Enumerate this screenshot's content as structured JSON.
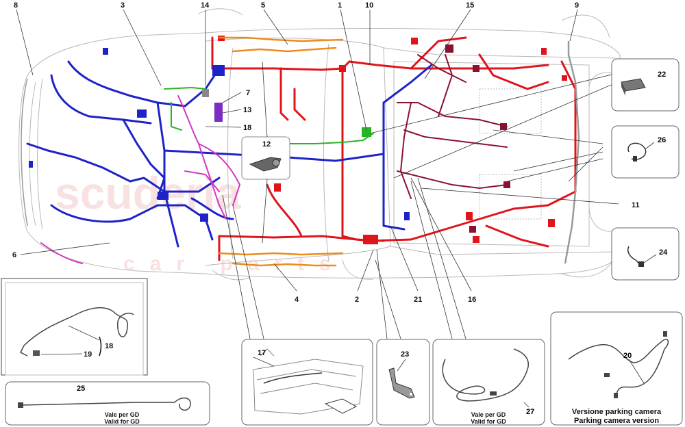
{
  "watermark": {
    "main": "scuderia",
    "sub": "car parts"
  },
  "callouts": {
    "c1": "1",
    "c2": "2",
    "c3": "3",
    "c4": "4",
    "c5": "5",
    "c6": "6",
    "c7": "7",
    "c8": "8",
    "c9": "9",
    "c10": "10",
    "c11": "11",
    "c12": "12",
    "c13": "13",
    "c14": "14",
    "c15": "15",
    "c16": "16",
    "c17": "17",
    "c18": "18",
    "c18b": "18",
    "c19": "19",
    "c20": "20",
    "c21": "21",
    "c22": "22",
    "c23": "23",
    "c24": "24",
    "c25": "25",
    "c26": "26",
    "c27": "27"
  },
  "notes": {
    "gd_it_1": "Vale per GD",
    "gd_en_1": "Valid for GD",
    "gd_it_2": "Vale per GD",
    "gd_en_2": "Valid for GD",
    "camera_it": "Versione parking camera",
    "camera_en": "Parking camera version"
  },
  "colors": {
    "red": "#e0141b",
    "blue": "#1f22c8",
    "orange": "#f08a1c",
    "green": "#27b427",
    "magenta": "#d336c4",
    "maroon": "#8a1230",
    "purple": "#7b2fc2",
    "grey": "#888888",
    "outline": "#b9b9b9"
  }
}
